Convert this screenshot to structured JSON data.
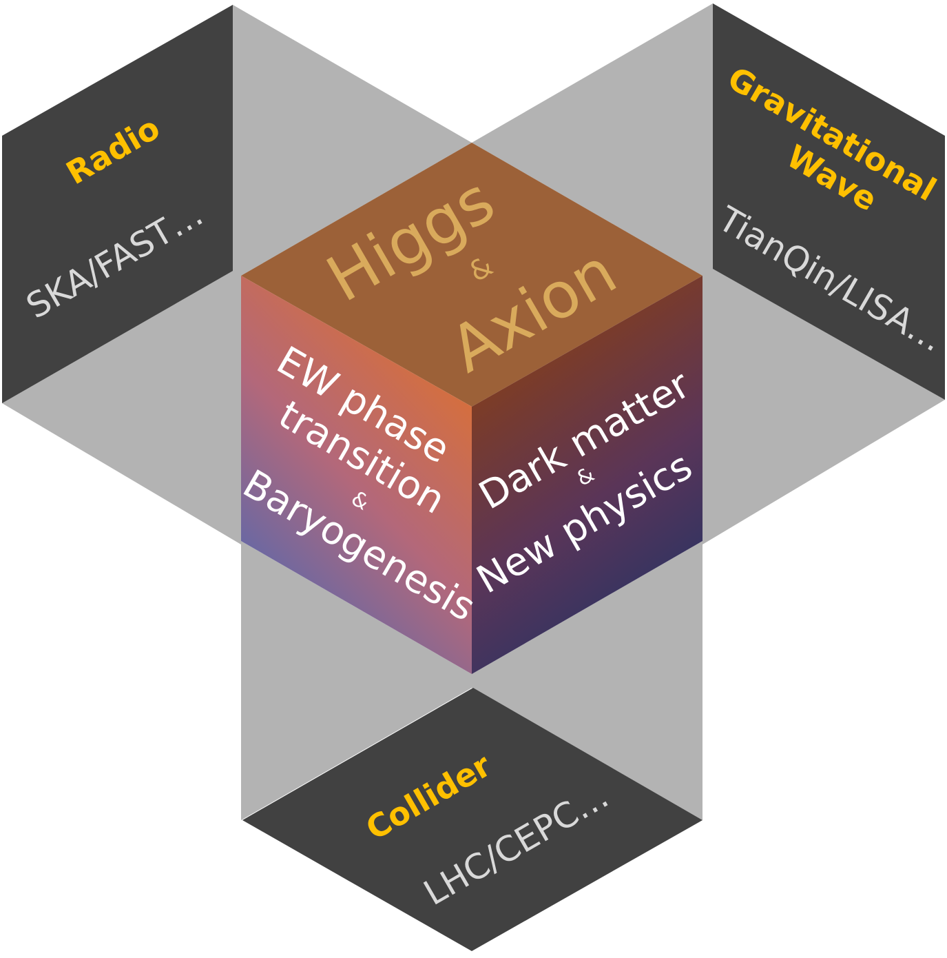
{
  "colors": {
    "shadow_gray": "#b3b3b3",
    "panel_dark": "#414141",
    "label_gold": "#ffc000",
    "detector_text": "#d9d9d9",
    "cube_top": "#9c6138",
    "cube_top_text": "#d9aa5c",
    "face_text": "#ffffff",
    "left_face_gradient": [
      "#e0712a",
      "#b3687a",
      "#4468b8"
    ],
    "right_face_gradient": [
      "#8b3f12",
      "#5a3558",
      "#1f3366"
    ]
  },
  "panels": {
    "radio": {
      "title": "Radio",
      "detectors": "SKA/FAST…"
    },
    "gravitational_wave": {
      "title_line1": "Gravitational",
      "title_line2": "Wave",
      "detectors": "TianQin/LISA…"
    },
    "collider": {
      "title": "Collider",
      "detectors": "LHC/CEPC…"
    }
  },
  "cube": {
    "top": {
      "line1": "Higgs",
      "amp": "&",
      "line2": "Axion"
    },
    "left_face": {
      "line1": "EW phase",
      "line2": "transition",
      "amp": "&",
      "line3": "Baryogenesis"
    },
    "right_face": {
      "line1": "Dark matter",
      "amp": "&",
      "line2": "New physics"
    }
  }
}
